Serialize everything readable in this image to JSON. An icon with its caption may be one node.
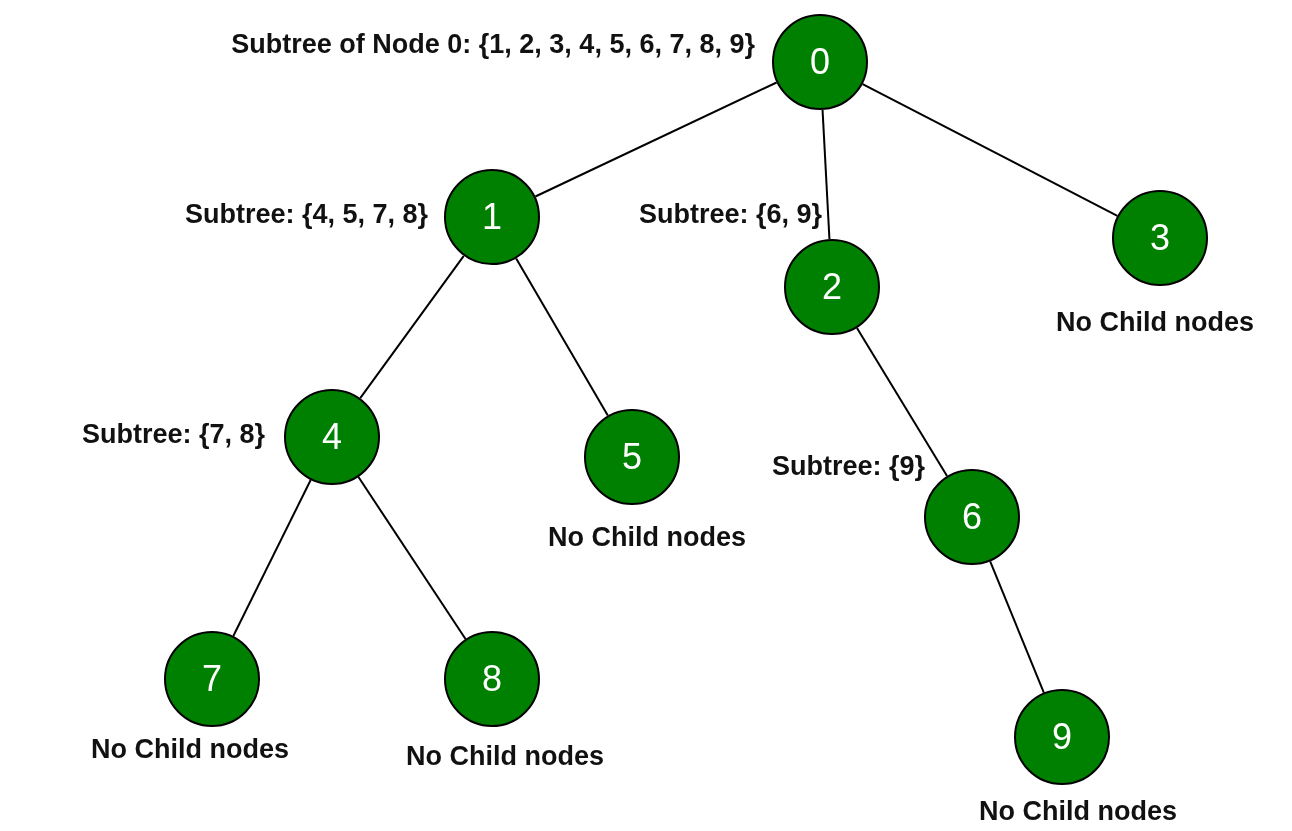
{
  "diagram": {
    "nodes": [
      {
        "text": [
          "0"
        ],
        "beside": [
          "Subtree of Node 0: {1, 2, 3, 4, 5, 6, 7, 8, 9}"
        ]
      },
      {
        "text": [
          "1"
        ],
        "beside": [
          "Subtree: {4, 5, 7, 8}"
        ]
      },
      {
        "text": [
          "2"
        ],
        "beside": [
          "Subtree: {6, 9}"
        ]
      },
      {
        "text": [
          "3"
        ],
        "beside": [
          "No Child nodes"
        ]
      },
      {
        "text": [
          "4"
        ],
        "beside": [
          "Subtree: {7, 8}"
        ]
      },
      {
        "text": [
          "5"
        ],
        "beside": [
          "No Child nodes"
        ]
      },
      {
        "text": [
          "6"
        ],
        "beside": [
          "Subtree: {9}"
        ]
      },
      {
        "text": [
          "7"
        ],
        "beside": [
          "No Child nodes"
        ]
      },
      {
        "text": [
          "8"
        ],
        "beside": [
          "No Child nodes"
        ]
      },
      {
        "text": [
          "9"
        ],
        "beside": [
          "No Child nodes"
        ]
      }
    ],
    "edges": [
      {
        "from": 0,
        "to": 1,
        "arrow": "none"
      },
      {
        "from": 0,
        "to": 2,
        "arrow": "none"
      },
      {
        "from": 0,
        "to": 3,
        "arrow": "none"
      },
      {
        "from": 1,
        "to": 4,
        "arrow": "none"
      },
      {
        "from": 1,
        "to": 5,
        "arrow": "none"
      },
      {
        "from": 2,
        "to": 6,
        "arrow": "none"
      },
      {
        "from": 4,
        "to": 7,
        "arrow": "none"
      },
      {
        "from": 4,
        "to": 8,
        "arrow": "none"
      },
      {
        "from": 6,
        "to": 9,
        "arrow": "none"
      }
    ]
  }
}
